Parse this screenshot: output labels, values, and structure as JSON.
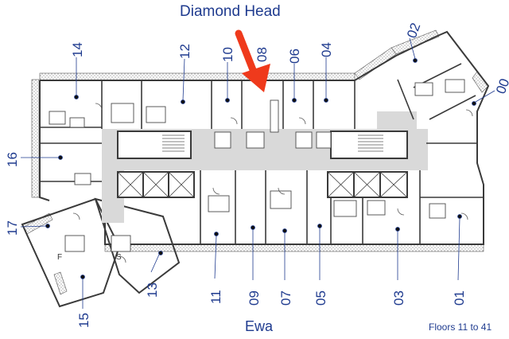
{
  "orientation": {
    "top": "Diamond Head",
    "bottom": "Ewa"
  },
  "floors_note": "Floors 11 to 41",
  "units": {
    "u00": "00",
    "u01": "01",
    "u02": "02",
    "u03": "03",
    "u04": "04",
    "u05": "05",
    "u06": "06",
    "u07": "07",
    "u08": "08",
    "u09": "09",
    "u10": "10",
    "u11": "11",
    "u12": "12",
    "u13": "13",
    "u14": "14",
    "u15": "15",
    "u16": "16",
    "u17": "17"
  },
  "room_letters": {
    "f": "F",
    "s": "S"
  },
  "colors": {
    "label": "#1f3b8f",
    "arrow": "#ef3a1c",
    "corridor": "#d9d9d9",
    "wall": "#3a3a3a",
    "stair": "#bdbdbd"
  },
  "arrow_icon": "down-arrow-icon"
}
